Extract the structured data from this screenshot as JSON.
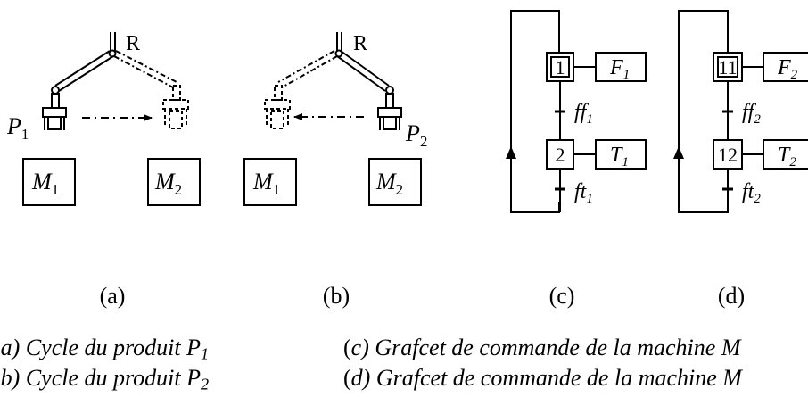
{
  "panel_a": {
    "robot_label": "R",
    "product_label_main": "P",
    "product_label_sub": "1",
    "machine_left_main": "M",
    "machine_left_sub": "1",
    "machine_right_main": "M",
    "machine_right_sub": "2"
  },
  "panel_b": {
    "robot_label": "R",
    "product_label_main": "P",
    "product_label_sub": "2",
    "machine_left_main": "M",
    "machine_left_sub": "1",
    "machine_right_main": "M",
    "machine_right_sub": "2"
  },
  "grafcet_c": {
    "step_initial": "1",
    "action_initial_main": "F",
    "action_initial_sub": "1",
    "transition_1_main": "ff",
    "transition_1_sub": "1",
    "step_2": "2",
    "action_2_main": "T",
    "action_2_sub": "1",
    "transition_2_main": "ft",
    "transition_2_sub": "1"
  },
  "grafcet_d": {
    "step_initial": "11",
    "action_initial_main": "F",
    "action_initial_sub": "2",
    "transition_1_main": "ff",
    "transition_1_sub": "2",
    "step_2": "12",
    "action_2_main": "T",
    "action_2_sub": "2",
    "transition_2_main": "ft",
    "transition_2_sub": "2"
  },
  "panel_labels": {
    "a": "(a)",
    "b": "(b)",
    "c": "(c)",
    "d": "(d)"
  },
  "captions": {
    "a_prefix": "(",
    "a_text": "a) Cycle du produit P",
    "a_sub": "1",
    "b_prefix": "(",
    "b_text": "b) Cycle du produit P",
    "b_sub": "2",
    "c_prefix": "(",
    "c_letter": "c",
    "c_text": ") Grafcet de commande de la machine M",
    "d_prefix": "(",
    "d_letter": "d",
    "d_text": ") Grafcet de commande de la machine M"
  }
}
